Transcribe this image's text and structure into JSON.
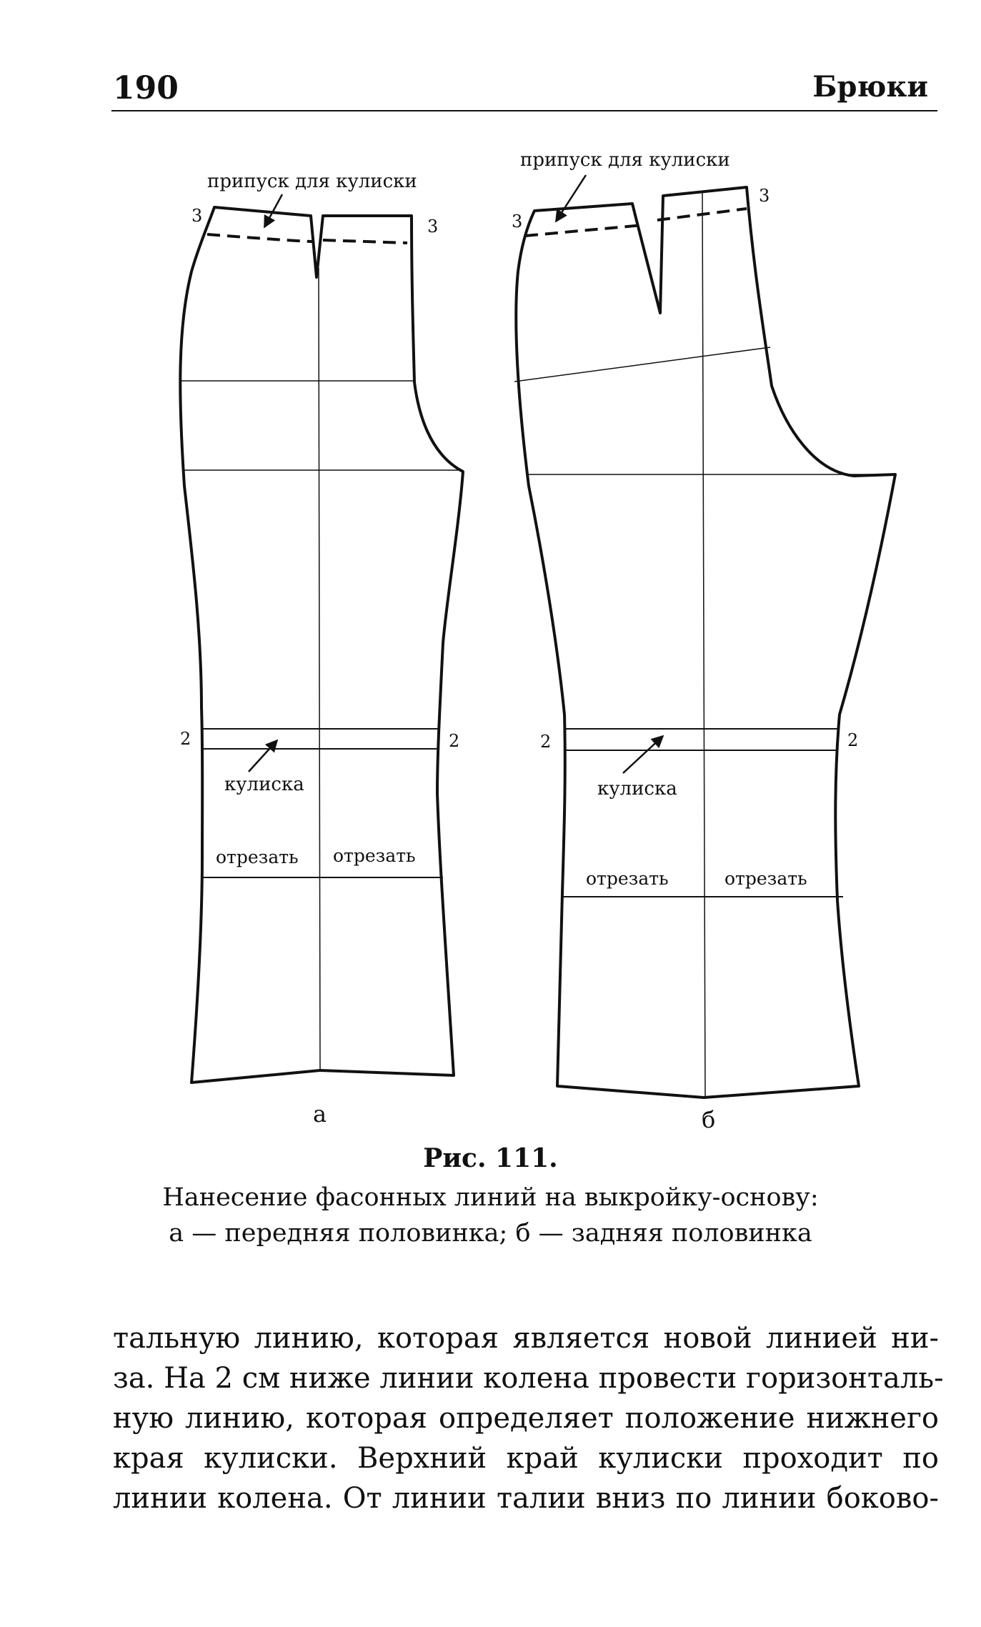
{
  "header": {
    "page_number": "190",
    "section_title": "Брюки"
  },
  "figure": {
    "panel_a": {
      "label": "а",
      "allowance_label": "припуск для кулиски",
      "mark_3": "3",
      "mark_2": "2",
      "drawstring_label": "кулиска",
      "cut_label": "отрезать"
    },
    "panel_b": {
      "label": "б",
      "allowance_label": "припуск для кулиски",
      "mark_3": "3",
      "mark_2": "2",
      "drawstring_label": "кулиска",
      "cut_label": "отрезать"
    }
  },
  "caption": {
    "title": "Рис. 111.",
    "line1": "Нанесение фасонных линий на выкройку-основу:",
    "line2": "а — передняя половинка; б — задняя половинка"
  },
  "body": {
    "lines": [
      "тальную линию, которая является новой линией ни-",
      "за. На 2 см ниже линии колена провести горизонталь-",
      "ную линию, которая определяет положение нижнего",
      "края кулиски. Верхний край кулиски проходит по",
      "линии колена. От линии талии вниз по линии боково-"
    ]
  }
}
